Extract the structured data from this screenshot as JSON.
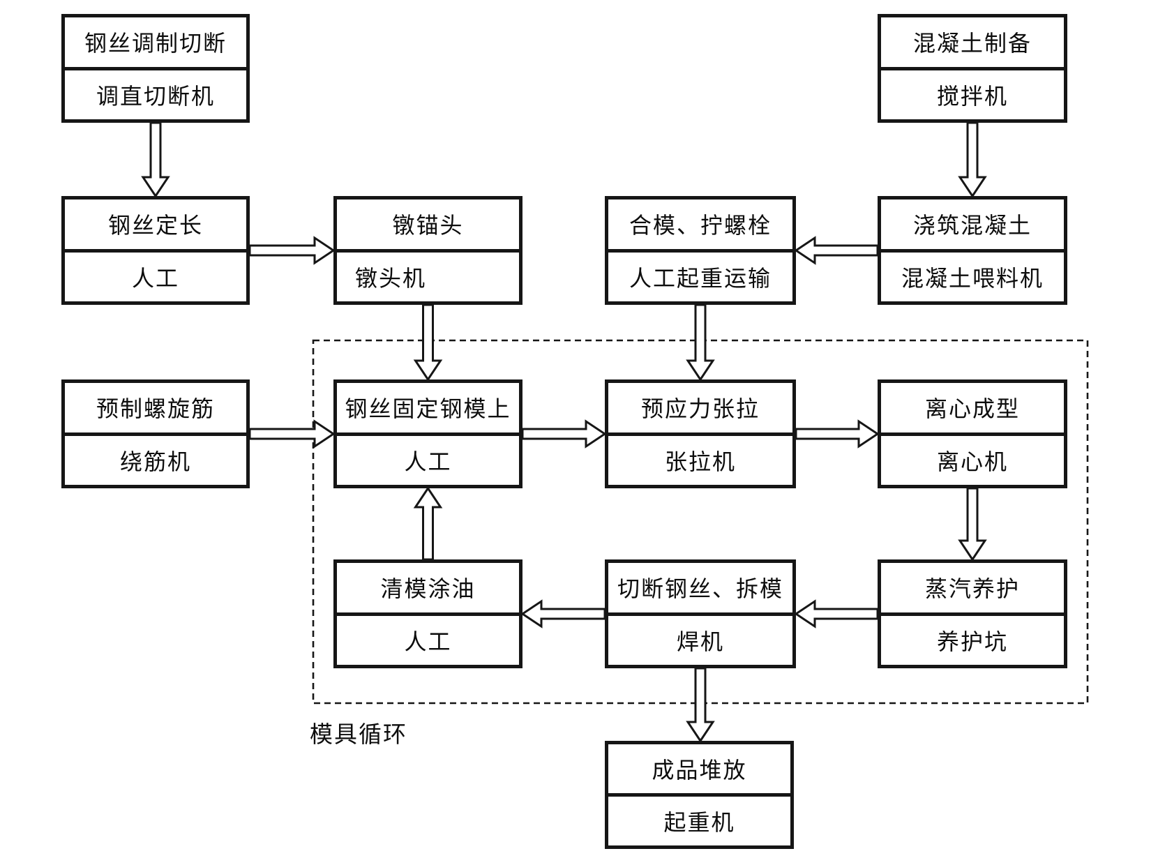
{
  "diagram": {
    "region_label": "模具循环",
    "colors": {
      "line": "#161616",
      "background": "#ffffff"
    },
    "nodes": {
      "wire_cut": {
        "process": "钢丝调制切断",
        "equipment": "调直切断机"
      },
      "concrete_prep": {
        "process": "混凝土制备",
        "equipment": "搅拌机"
      },
      "wire_length": {
        "process": "钢丝定长",
        "equipment": "人工"
      },
      "upset_anchor": {
        "process": "镦锚头",
        "equipment": "镦头机"
      },
      "close_mold": {
        "process": "合模、拧螺栓",
        "equipment": "人工起重运输"
      },
      "pour_concrete": {
        "process": "浇筑混凝土",
        "equipment": "混凝土喂料机"
      },
      "spiral_rebar": {
        "process": "预制螺旋筋",
        "equipment": "绕筋机"
      },
      "fix_wire": {
        "process": "钢丝固定钢模上",
        "equipment": "人工"
      },
      "prestress": {
        "process": "预应力张拉",
        "equipment": "张拉机"
      },
      "centrifugal": {
        "process": "离心成型",
        "equipment": "离心机"
      },
      "clean_oil": {
        "process": "清模涂油",
        "equipment": "人工"
      },
      "cut_demold": {
        "process": "切断钢丝、拆模",
        "equipment": "焊机"
      },
      "steam_cure": {
        "process": "蒸汽养护",
        "equipment": "养护坑"
      },
      "stack": {
        "process": "成品堆放",
        "equipment": "起重机"
      }
    },
    "edges": [
      {
        "from": "wire_cut",
        "to": "wire_length",
        "dir": "down"
      },
      {
        "from": "concrete_prep",
        "to": "pour_concrete",
        "dir": "down"
      },
      {
        "from": "wire_length",
        "to": "upset_anchor",
        "dir": "right"
      },
      {
        "from": "pour_concrete",
        "to": "close_mold",
        "dir": "left"
      },
      {
        "from": "upset_anchor",
        "to": "fix_wire",
        "dir": "down"
      },
      {
        "from": "close_mold",
        "to": "prestress",
        "dir": "down"
      },
      {
        "from": "spiral_rebar",
        "to": "fix_wire",
        "dir": "right"
      },
      {
        "from": "fix_wire",
        "to": "prestress",
        "dir": "right"
      },
      {
        "from": "prestress",
        "to": "centrifugal",
        "dir": "right"
      },
      {
        "from": "centrifugal",
        "to": "steam_cure",
        "dir": "down"
      },
      {
        "from": "steam_cure",
        "to": "cut_demold",
        "dir": "left"
      },
      {
        "from": "cut_demold",
        "to": "clean_oil",
        "dir": "left"
      },
      {
        "from": "clean_oil",
        "to": "fix_wire",
        "dir": "up"
      },
      {
        "from": "cut_demold",
        "to": "stack",
        "dir": "down"
      }
    ]
  }
}
